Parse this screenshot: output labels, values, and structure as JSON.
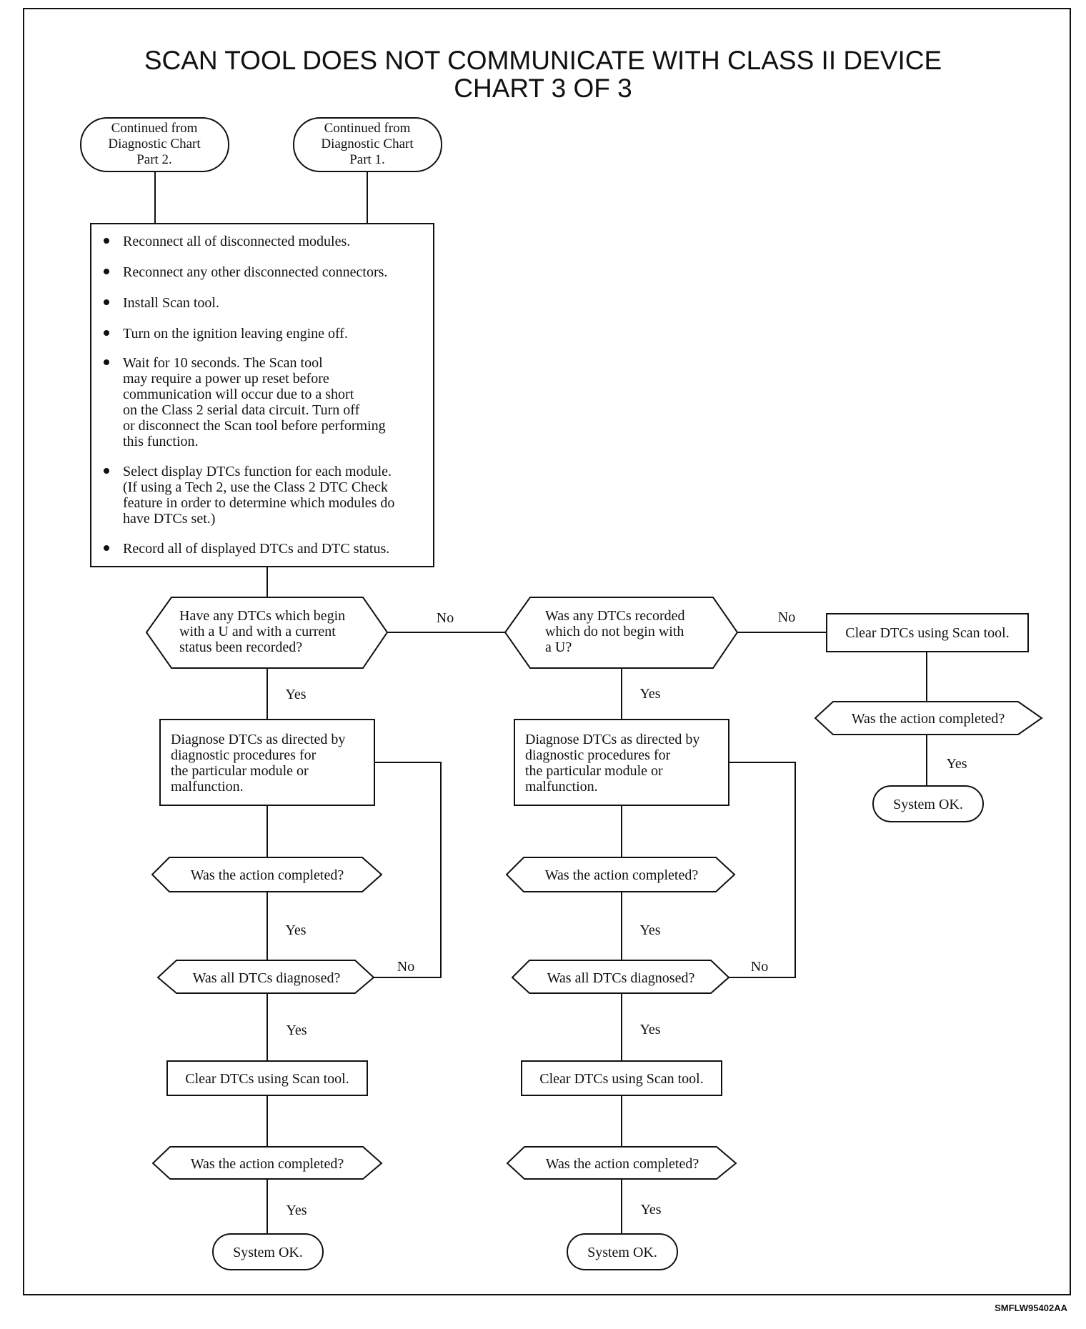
{
  "title": {
    "line1": "SCAN TOOL DOES NOT COMMUNICATE WITH CLASS II DEVICE",
    "line2": "CHART 3 OF 3"
  },
  "start_left": [
    "Continued from",
    "Diagnostic Chart",
    "Part 2."
  ],
  "start_right": [
    "Continued from",
    "Diagnostic Chart",
    "Part 1."
  ],
  "steps": [
    [
      "Reconnect all of disconnected modules."
    ],
    [
      "Reconnect any other disconnected connectors."
    ],
    [
      "Install Scan tool."
    ],
    [
      "Turn on the ignition leaving engine off."
    ],
    [
      "Wait for 10 seconds. The Scan tool",
      "may require a power up reset before",
      "communication will occur due to a short",
      "on the Class 2 serial data circuit. Turn off",
      "or disconnect the Scan tool before performing",
      "this function."
    ],
    [
      "Select display DTCs function for each module.",
      "(If using a Tech 2, use the Class 2 DTC Check",
      "feature in order to determine which modules do",
      "have DTCs set.)"
    ],
    [
      "Record all of displayed DTCs and DTC status."
    ]
  ],
  "decisions": {
    "u_dtcs": [
      "Have any DTCs which begin",
      "with a U and with a current",
      "status been recorded?"
    ],
    "non_u_dtcs": [
      "Was any DTCs recorded",
      "which do not begin with",
      "a U?"
    ],
    "action_completed": "Was the action completed?",
    "all_diagnosed": "Was all DTCs diagnosed?"
  },
  "actions": {
    "diagnose": [
      "Diagnose DTCs as directed by",
      "diagnostic procedures for",
      "the particular module or",
      "malfunction."
    ],
    "clear": "Clear DTCs using Scan tool."
  },
  "terminal": "System OK.",
  "labels": {
    "yes": "Yes",
    "no": "No"
  },
  "ref_code": "SMFLW95402AA"
}
